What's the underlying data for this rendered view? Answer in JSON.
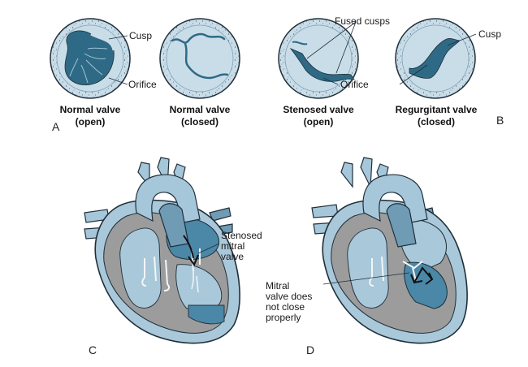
{
  "panels": {
    "a": "A",
    "b": "B",
    "c": "C",
    "d": "D"
  },
  "valves": [
    {
      "caption_line1": "Normal valve",
      "caption_line2": "(open)"
    },
    {
      "caption_line1": "Normal valve",
      "caption_line2": "(closed)"
    },
    {
      "caption_line1": "Stenosed valve",
      "caption_line2": "(open)"
    },
    {
      "caption_line1": "Regurgitant valve",
      "caption_line2": "(closed)"
    }
  ],
  "labels": {
    "cusp_a": "Cusp",
    "orifice_a": "Orifice",
    "fused_cusps": "Fused cusps",
    "cusp_b": "Cusp",
    "orifice_b": "Orifice",
    "stenosed_mitral_valve": [
      "Stenosed",
      "mitral",
      "valve"
    ],
    "mitral_not_close": [
      "Mitral",
      "valve does",
      "not close",
      "properly"
    ]
  },
  "colors": {
    "valve_fill": "#c9dde9",
    "valve_ring": "#7f9fb4",
    "cusp_dark": "#2e6a85",
    "cusp_mid": "#4d8aa6",
    "heart_outer": "#a9c8d9",
    "heart_muscle": "#9c9c9c",
    "vessel_light": "#a6c7da",
    "vessel_dark": "#6f9bb5",
    "chamber_dark": "#4b87a6",
    "outline": "#1f2f3a"
  }
}
